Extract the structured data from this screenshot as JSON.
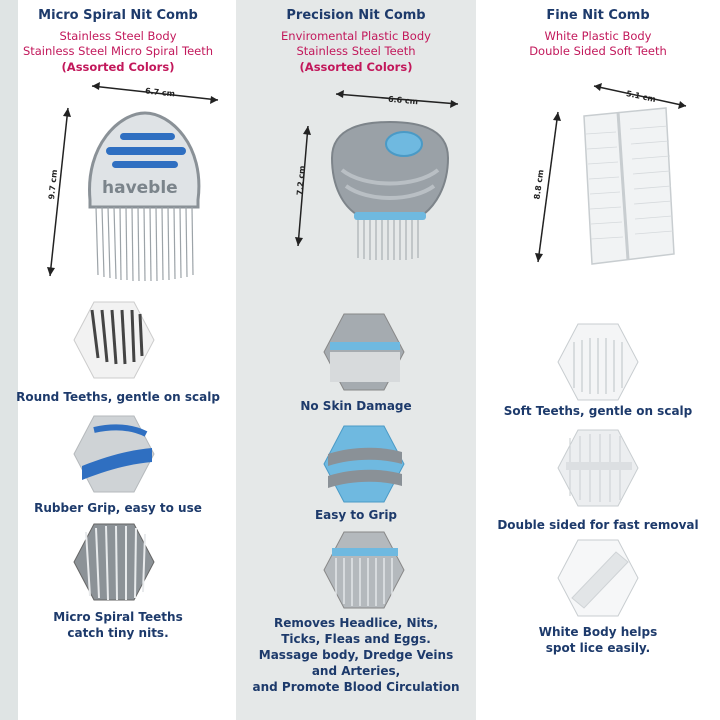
{
  "columns": [
    {
      "title": "Micro Spiral Nit Comb",
      "line1": "Stainless Steel Body",
      "line2": "Stainless Steel Micro Spiral Teeth",
      "line3": "(Assorted Colors)",
      "width_label": "6.7 cm",
      "height_label": "9.7 cm",
      "brand": "haveble",
      "features": [
        "Round Teeths, gentle on scalp",
        "Rubber Grip, easy to use",
        "Micro Spiral Teeths",
        "catch tiny nits."
      ]
    },
    {
      "title": "Precision Nit Comb",
      "line1": "Enviromental Plastic Body",
      "line2": "Stainless Steel Teeth",
      "line3": "(Assorted Colors)",
      "width_label": "6.6 cm",
      "height_label": "7.2 cm",
      "features": [
        "No Skin Damage",
        "Easy to Grip",
        "Removes Headlice, Nits,",
        "Ticks, Fleas and Eggs.",
        "Massage body, Dredge Veins",
        "and Arteries,",
        "and Promote Blood Circulation"
      ]
    },
    {
      "title": "Fine Nit Comb",
      "line1": "White Plastic Body",
      "line2": "Double Sided Soft Teeth",
      "width_label": "5.1 cm",
      "height_label": "8.8 cm",
      "features": [
        "Soft Teeths, gentle on scalp",
        "Double sided for fast removal",
        "White Body helps",
        "spot lice easily."
      ]
    }
  ],
  "colors": {
    "heading": "#1d3a6b",
    "subtext": "#c2185b",
    "accent_blue": "#2f6fc1",
    "light_blue": "#7fc4e8"
  },
  "icons": [
    "hexagon-detail-image",
    "dimension-arrow-icon"
  ]
}
